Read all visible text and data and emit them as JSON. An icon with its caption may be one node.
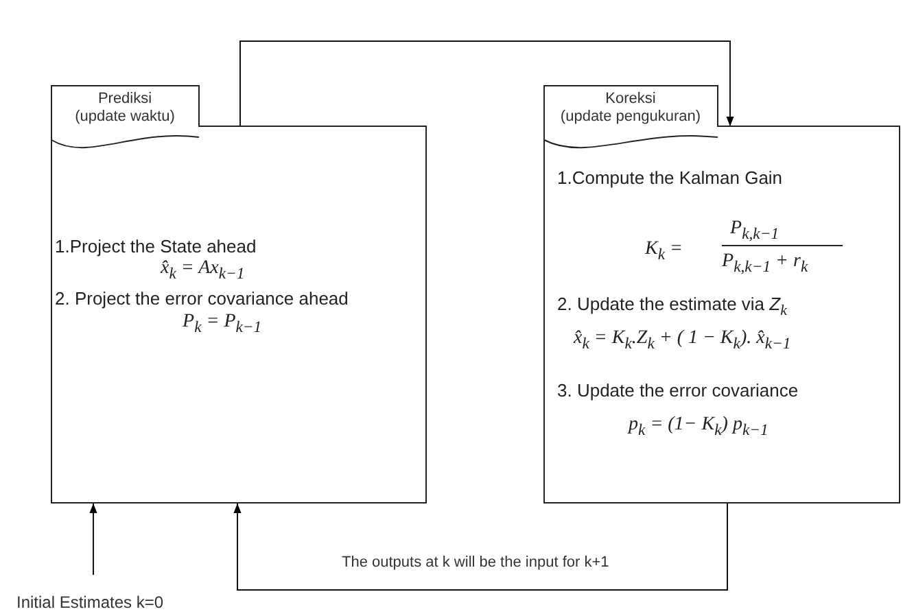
{
  "diagram": {
    "nodes": [
      {
        "text": [
          "Prediksi (update waktu)",
          "1.Project the State ahead",
          "x̂$_{k}$ = Ax$_{k−1}$",
          "2. Project the error covariance ahead",
          "P$_{k}$ = P$_{k−1}$"
        ]
      },
      {
        "text": [
          "Koreksi (update pengukuran)",
          "1.Compute the Kalman Gain",
          "K$_{k}$ =",
          "P$_{k,k−1}$",
          "P$_{k,k−1}$ + r$_{k}$",
          "2. Update the estimate via *Z*$_{k}$",
          "x̂$_{k}$ = K$_{k}$.Z$_{k}$ + ( 1 − K$_{k}$). x̂$_{k−1}$",
          "3. Update the error covariance",
          "p$_{k}$ = (1− K$_{k}$) p$_{k−1}$"
        ]
      },
      {
        "text": [
          "Initial Estimates k=0"
        ]
      }
    ],
    "edges": [
      {
        "from": 0,
        "to": 1,
        "arrow": "to"
      },
      {
        "from": 1,
        "to": 0,
        "arrow": "to",
        "label": "The outputs at k will be the input for k+1"
      },
      {
        "from": 2,
        "to": 0,
        "arrow": "to"
      }
    ]
  }
}
